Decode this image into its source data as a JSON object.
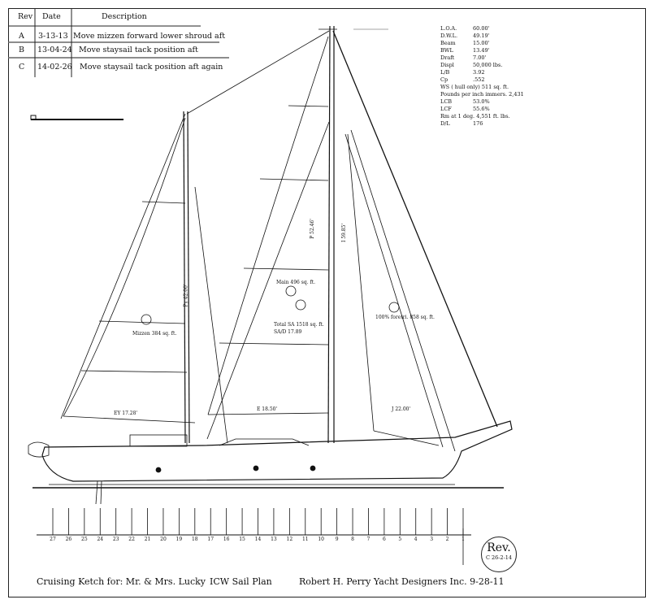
{
  "revision_table": {
    "headers": [
      "Rev",
      "Date",
      "Description"
    ],
    "rows": [
      {
        "rev": "A",
        "date": "3-13-13",
        "description": "Move mizzen forward lower shroud aft"
      },
      {
        "rev": "B",
        "date": "13-04-24",
        "description": "Move staysail tack position aft"
      },
      {
        "rev": "C",
        "date": "14-02-26",
        "description": "Move staysail tack position aft again"
      }
    ]
  },
  "specs": [
    {
      "label": "L.O.A.",
      "value": "60.00'"
    },
    {
      "label": "D.W.L.",
      "value": "49.19'"
    },
    {
      "label": "Beam",
      "value": "15.00'"
    },
    {
      "label": "BWL",
      "value": "13.49'"
    },
    {
      "label": "Draft",
      "value": "7.00'"
    },
    {
      "label": "Displ",
      "value": "50,000 lbs."
    },
    {
      "label": "L/B",
      "value": "3.92"
    },
    {
      "label": "Cp",
      "value": ".552"
    },
    {
      "label": "WS ( hull only)",
      "value": "511 sq. ft."
    },
    {
      "label": "Pounds per inch immers.",
      "value": "2,431"
    },
    {
      "label": "LCB",
      "value": "53.0%"
    },
    {
      "label": "LCF",
      "value": "55.6%"
    },
    {
      "label": "Rm at 1 deg.",
      "value": "4,551 ft. lbs."
    },
    {
      "label": "D/L",
      "value": "176"
    }
  ],
  "sail_labels": {
    "main": "Main 496 sq. ft.",
    "mizzen": "Mizzen 384 sq. ft.",
    "foretriangle": "100% foretri. 858 sq. ft.",
    "total_sa": "Total SA  1518 sq. ft.",
    "sa_d": "SA/D  17.89",
    "p": "P  52.46'",
    "i": "I  59.85'",
    "py": "Py  42.00'",
    "ey": "EY  17.28'",
    "e": "E  18.50'",
    "j": "J  22.00'"
  },
  "stations": [
    "27",
    "26",
    "25",
    "24",
    "23",
    "22",
    "21",
    "20",
    "19",
    "18",
    "17",
    "16",
    "15",
    "14",
    "13",
    "12",
    "11",
    "10",
    "9",
    "8",
    "7",
    "6",
    "5",
    "4",
    "3",
    "2",
    "1"
  ],
  "rev_stamp": {
    "title": "Rev.",
    "value": "C  26-2-14"
  },
  "title_block": {
    "boat": "Cruising Ketch   for: Mr. & Mrs. Lucky",
    "plan": "ICW   Sail Plan",
    "designer": "Robert H. Perry Yacht Designers Inc.  9-28-11"
  }
}
